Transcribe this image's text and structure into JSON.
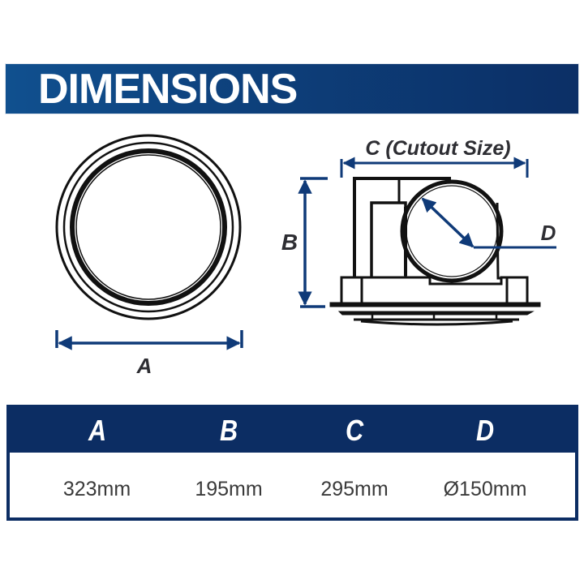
{
  "header": {
    "title": "DIMENSIONS"
  },
  "diagram": {
    "top_view": {
      "label": "A"
    },
    "side_view": {
      "label_b": "B",
      "label_c": "C (Cutout Size)",
      "label_d": "D"
    }
  },
  "colors": {
    "navy": "#0c2d63",
    "banner_left": "#10508f",
    "banner_right": "#0c2f66",
    "dimension_line": "#0f3a78",
    "label_text": "#2e2e33"
  },
  "table": {
    "columns": [
      "A",
      "B",
      "C",
      "D"
    ],
    "values": [
      "323mm",
      "195mm",
      "295mm",
      "Ø150mm"
    ]
  }
}
